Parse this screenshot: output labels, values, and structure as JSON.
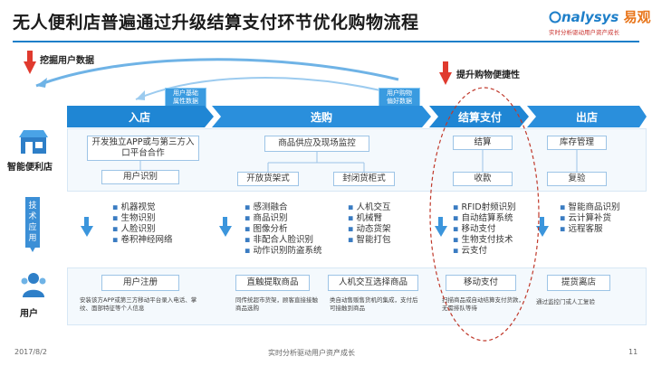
{
  "title": "无人便利店普遍通过升级结算支付环节优化购物流程",
  "logo": {
    "name": "nalysys",
    "cn": "易观",
    "slogan": "实时分析驱动用户资产成长"
  },
  "callouts": {
    "left": "挖掘用户数据",
    "right": "提升购物便捷性"
  },
  "stages": [
    "入店",
    "选购",
    "结算支付",
    "出店"
  ],
  "tags": {
    "t1": "用户基础\n属性数据",
    "t2": "用户购物\n偏好数据"
  },
  "side": {
    "store": "智能便利店",
    "tech": "技术应用",
    "user": "用户"
  },
  "top_boxes": {
    "enter_main": "开发独立APP或与第三方入口平台合作",
    "enter_sub": "用户识别",
    "select_main": "商品供应及现场监控",
    "select_a": "开放货架式",
    "select_b": "封闭货柜式",
    "pay_a": "结算",
    "pay_b": "收款",
    "exit_a": "库存管理",
    "exit_b": "复验"
  },
  "tech_lists": {
    "enter": [
      "机器视觉",
      "生物识别",
      "人脸识别",
      "卷积神经网络"
    ],
    "select_a": [
      "感测融合",
      "商品识别",
      "图像分析",
      "非配合人脸识别",
      "动作识别防盗系统"
    ],
    "select_b": [
      "人机交互",
      "机械臂",
      "动态货架",
      "智能打包"
    ],
    "pay": [
      "RFID射频识别",
      "自动结算系统",
      "移动支付",
      "生物支付技术",
      "云支付"
    ],
    "exit": [
      "智能商品识别",
      "云计算补货",
      "远程客服"
    ]
  },
  "user_boxes": {
    "enter_title": "用户注册",
    "enter_desc": "安装该方APP或第三方移动平台录入电话、掌纹、面部特征等个人信息",
    "select_a_title": "直触提取商品",
    "select_a_desc": "同传统超市货架，顾客直接接触商品选购",
    "select_b_title": "人机交互选择商品",
    "select_b_desc": "类自动售贩售货机的集成，支付后可接触到商品",
    "pay_title": "移动支付",
    "pay_desc": "扫描商品或自动结算支付货款，无需排队等待",
    "exit_title": "提货离店",
    "exit_desc": "通过监控门或人工复验"
  },
  "footer": {
    "date": "2017/8/2",
    "center": "实时分析驱动用户资产成长",
    "page": "11"
  },
  "colors": {
    "accent": "#1e7fc9",
    "stage": "#1f86d4",
    "red": "#e03a2e"
  }
}
